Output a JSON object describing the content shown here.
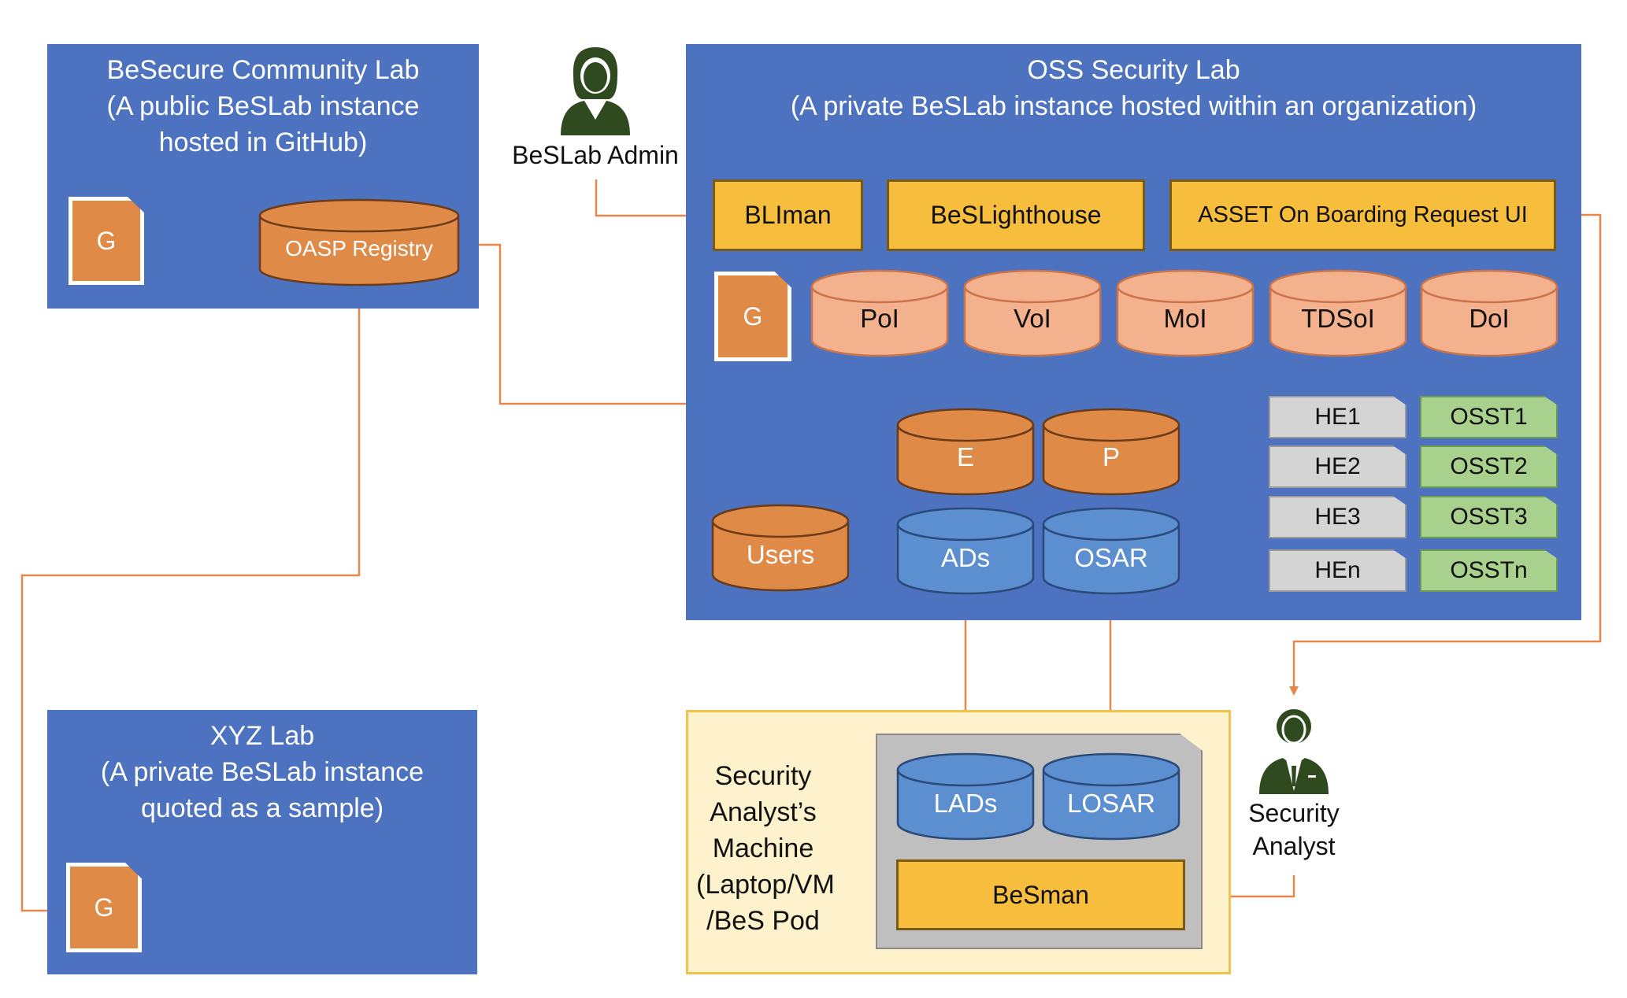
{
  "labs": {
    "community": {
      "title": "BeSecure Community Lab\n(A public BeSLab instance\nhosted in GitHub)",
      "g_label": "G",
      "registry": "OASP Registry"
    },
    "oss": {
      "title": "OSS Security Lab\n(A private BeSLab instance hosted within an organization)",
      "g_label": "G"
    },
    "xyz": {
      "title": "XYZ Lab\n(A private BeSLab instance\nquoted as a sample)",
      "g_label": "G"
    }
  },
  "tools": {
    "bliman": "BLIman",
    "lighthouse": "BeSLighthouse",
    "asset_ui": "ASSET On Boarding Request UI"
  },
  "interest_dbs": [
    "PoI",
    "VoI",
    "MoI",
    "TDSoI",
    "DoI"
  ],
  "dbs": {
    "e": "E",
    "p": "P",
    "users": "Users",
    "ads": "ADs",
    "osar": "OSAR"
  },
  "he_tags": [
    "HE1",
    "HE2",
    "HE3",
    "HEn"
  ],
  "osst_tags": [
    "OSST1",
    "OSST2",
    "OSST3",
    "OSSTn"
  ],
  "machine": {
    "title": "Security\nAnalyst’s\nMachine\n(Laptop/VM\n/BeS Pod",
    "lads": "LADs",
    "losar": "LOSAR",
    "besman": "BeSman"
  },
  "people": {
    "admin": "BeSLab Admin",
    "analyst": "Security\nAnalyst"
  },
  "colors": {
    "lab_blue": "#4d72c0",
    "orange": "#e08a47",
    "salmon": "#f4b18e",
    "cyl_blue": "#5b8fd0",
    "yellow": "#f6be3c",
    "machine_bg": "#fdf2cc",
    "arrow": "#e8874a"
  }
}
